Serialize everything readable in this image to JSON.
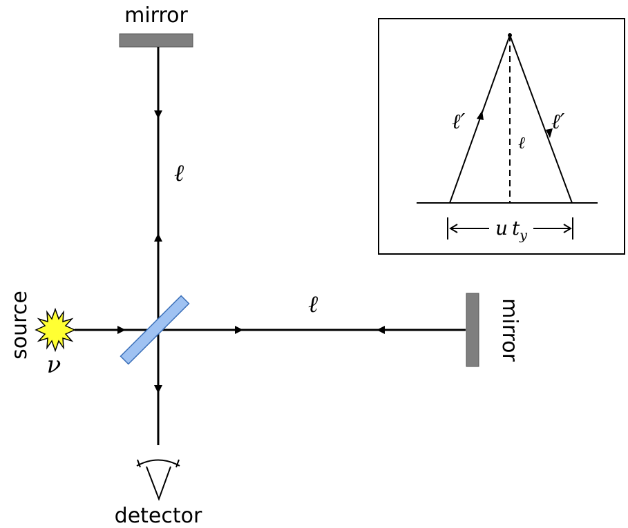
{
  "labels": {
    "mirror_top": "mirror",
    "mirror_right": "mirror",
    "source": "source",
    "source_symbol": "ν",
    "detector": "detector",
    "path_vertical": "ℓ",
    "path_horizontal": "ℓ"
  },
  "inset": {
    "left_leg": "ℓ′",
    "right_leg": "ℓ′",
    "height": "ℓ",
    "base_u": "u",
    "base_t": "t",
    "base_sub": "y"
  },
  "colors": {
    "mirror": "#7f7f7f",
    "beam_splitter": "#9fc2f2",
    "beam_splitter_edge": "#3b6fb8",
    "source_fill": "#ffff33",
    "line": "#000000"
  }
}
